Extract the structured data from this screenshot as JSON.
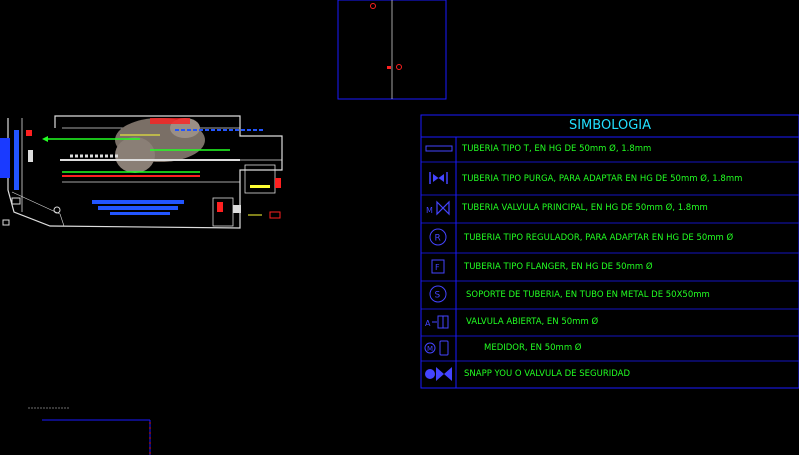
{
  "legend": {
    "title": "SIMBOLOGIA",
    "rows": [
      {
        "symbol": "pipe-t-icon",
        "label": "TUBERIA TIPO T, EN HG DE 50mm Ø, 1.8mm"
      },
      {
        "symbol": "purge-valve-icon",
        "label": "TUBERIA TIPO PURGA, PARA ADAPTAR EN HG DE 50mm Ø, 1.8mm"
      },
      {
        "symbol": "main-valve-icon",
        "label": "TUBERIA VALVULA PRINCIPAL, EN HG DE 50mm Ø, 1.8mm"
      },
      {
        "symbol": "regulator-icon",
        "label": "TUBERIA TIPO REGULADOR, PARA ADAPTAR EN HG DE 50mm Ø"
      },
      {
        "symbol": "flanger-icon",
        "label": "TUBERIA TIPO FLANGER, EN HG DE 50mm Ø"
      },
      {
        "symbol": "support-icon",
        "label": "SOPORTE DE TUBERIA, EN TUBO EN METAL DE 50X50mm"
      },
      {
        "symbol": "open-valve-icon",
        "label": "VALVULA ABIERTA, EN 50mm Ø"
      },
      {
        "symbol": "meter-icon",
        "label": "MEDIDOR, EN 50mm Ø"
      },
      {
        "symbol": "safety-valve-icon",
        "label": "SNAPP  YOU O VALVULA DE SEGURIDAD"
      }
    ]
  },
  "colors": {
    "background": "#000000",
    "frame": "#1a1aff",
    "title": "#22e0ff",
    "label": "#22ff22",
    "red": "#ff2020"
  }
}
